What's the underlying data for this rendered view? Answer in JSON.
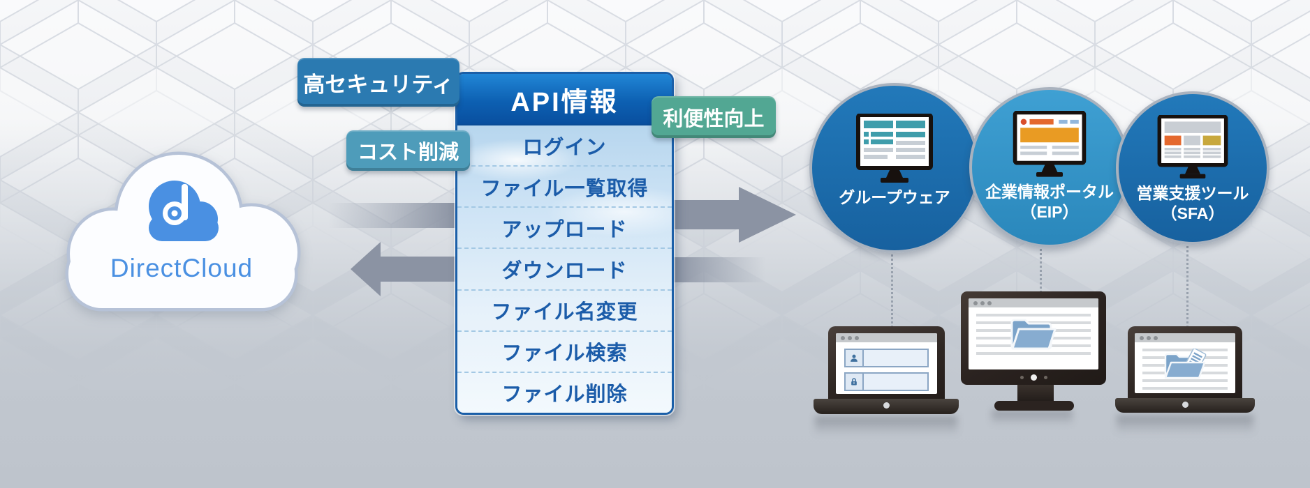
{
  "cloud": {
    "brand": "DirectCloud"
  },
  "badges": {
    "security": {
      "label": "高セキュリティ",
      "color": "#2b7ab1"
    },
    "cost": {
      "label": "コスト削減",
      "color": "#4e9cba"
    },
    "convenience": {
      "label": "利便性向上",
      "color": "#52a793"
    }
  },
  "api_panel": {
    "title": "API情報",
    "items": [
      "ログイン",
      "ファイル一覧取得",
      "アップロード",
      "ダウンロード",
      "ファイル名変更",
      "ファイル検索",
      "ファイル削除"
    ]
  },
  "systems": [
    {
      "label": "グループウェア",
      "sublabel": "",
      "color": "#1c6fae"
    },
    {
      "label": "企業情報ポータル",
      "sublabel": "（EIP）",
      "color": "#3595c9"
    },
    {
      "label": "営業支援ツール",
      "sublabel": "（SFA）",
      "color": "#1c6fae"
    }
  ],
  "icons": {
    "cloud_logo": "directcloud-logo",
    "groupware_screen": "groupware-dashboard-monitor",
    "eip_screen": "portal-site-monitor",
    "sfa_screen": "sales-tool-monitor",
    "laptop_login": "login-form-laptop",
    "desktop_folder": "folder-desktop",
    "laptop_folder_doc": "folder-document-laptop"
  },
  "colors": {
    "brand_blue": "#4a90e2",
    "arrow_gray": "#8b93a3",
    "panel_border": "#1b5fa8",
    "panel_header_top": "#2186d6",
    "panel_header_bottom": "#094f9f",
    "panel_item_text": "#1b5ca9",
    "background_top": "#f5f6f8",
    "background_bottom": "#bec4cc"
  }
}
